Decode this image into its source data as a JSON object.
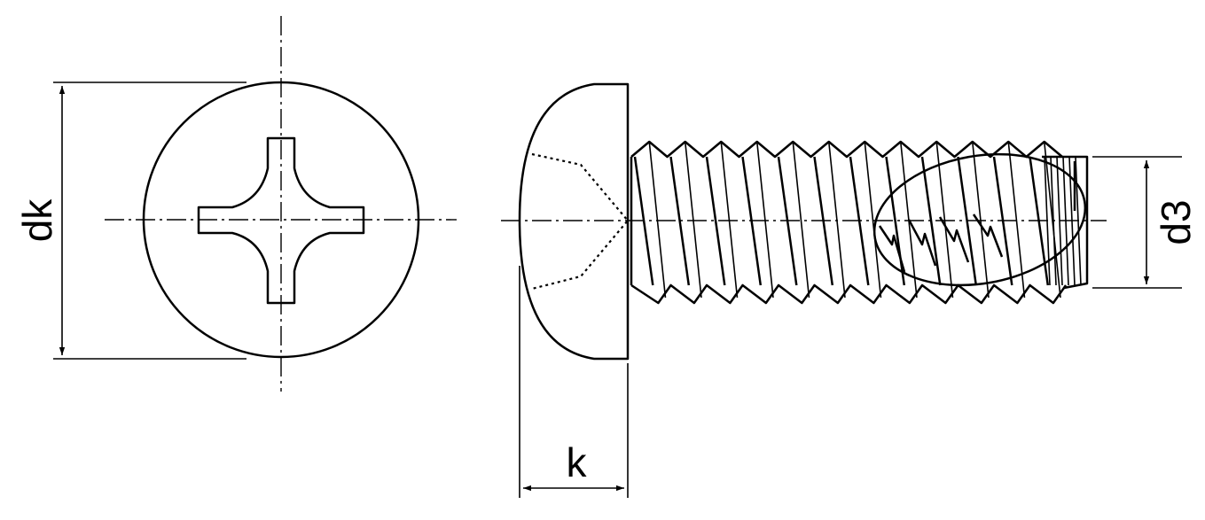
{
  "dimensions": {
    "head_diameter": "dk",
    "head_height": "k",
    "thread_diameter": "d3"
  }
}
